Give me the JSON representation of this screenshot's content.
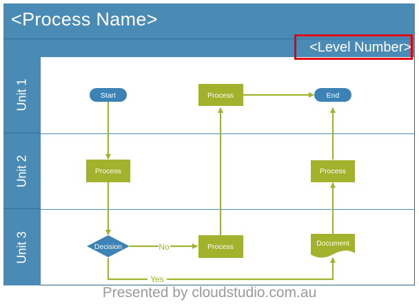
{
  "header": {
    "title": "<Process Name>",
    "level": "<Level Number>"
  },
  "lanes": [
    "Unit 1",
    "Unit 2",
    "Unit 3"
  ],
  "nodes": {
    "start": "Start",
    "process_1": "Process",
    "end": "End",
    "process_2": "Process",
    "process_3": "Process",
    "decision": "Decision",
    "process_4": "Process",
    "document": "Document"
  },
  "edges": {
    "no_label": "No",
    "yes_label": "Yes"
  },
  "footer": "Presented by cloudstudio.com.au",
  "colors": {
    "header_blue": "#4a8bb5",
    "node_green": "#a3b22c",
    "terminal_blue": "#3c82b5",
    "highlight_red": "#e0000f",
    "footer_gray": "#9a9a9a"
  }
}
